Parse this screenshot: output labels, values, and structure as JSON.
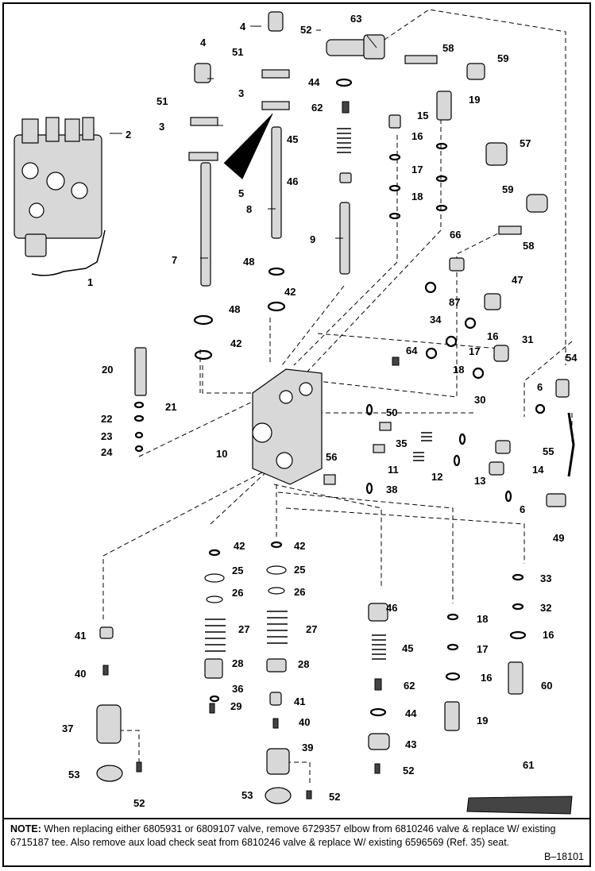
{
  "note": {
    "label": "NOTE:",
    "text": " When replacing either 6805931 or 6809107 valve, remove 6729357 elbow from 6810246 valve & replace W/ existing 6715187 tee. Also remove aux load check seat from 6810246 valve & replace W/ existing 6596569 (Ref. 35) seat."
  },
  "drawing_id": "B–18101",
  "callouts": [
    "1",
    "2",
    "3",
    "3",
    "4",
    "4",
    "5",
    "6",
    "6",
    "7",
    "8",
    "9",
    "10",
    "11",
    "12",
    "13",
    "14",
    "15",
    "16",
    "16",
    "16",
    "16",
    "17",
    "17",
    "17",
    "18",
    "18",
    "18",
    "19",
    "19",
    "20",
    "21",
    "22",
    "23",
    "24",
    "25",
    "25",
    "26",
    "26",
    "27",
    "27",
    "28",
    "28",
    "29",
    "30",
    "31",
    "32",
    "33",
    "35",
    "36",
    "37",
    "38",
    "39",
    "40",
    "40",
    "41",
    "41",
    "42",
    "42",
    "42",
    "42",
    "43",
    "44",
    "44",
    "45",
    "45",
    "46",
    "46",
    "47",
    "48",
    "48",
    "49",
    "50",
    "51",
    "51",
    "52",
    "52",
    "52",
    "52",
    "53",
    "53",
    "54",
    "55",
    "56",
    "57",
    "58",
    "58",
    "59",
    "59",
    "60",
    "61",
    "62",
    "62",
    "63",
    "64",
    "66"
  ],
  "partial_labels": [
    "87",
    "34"
  ]
}
